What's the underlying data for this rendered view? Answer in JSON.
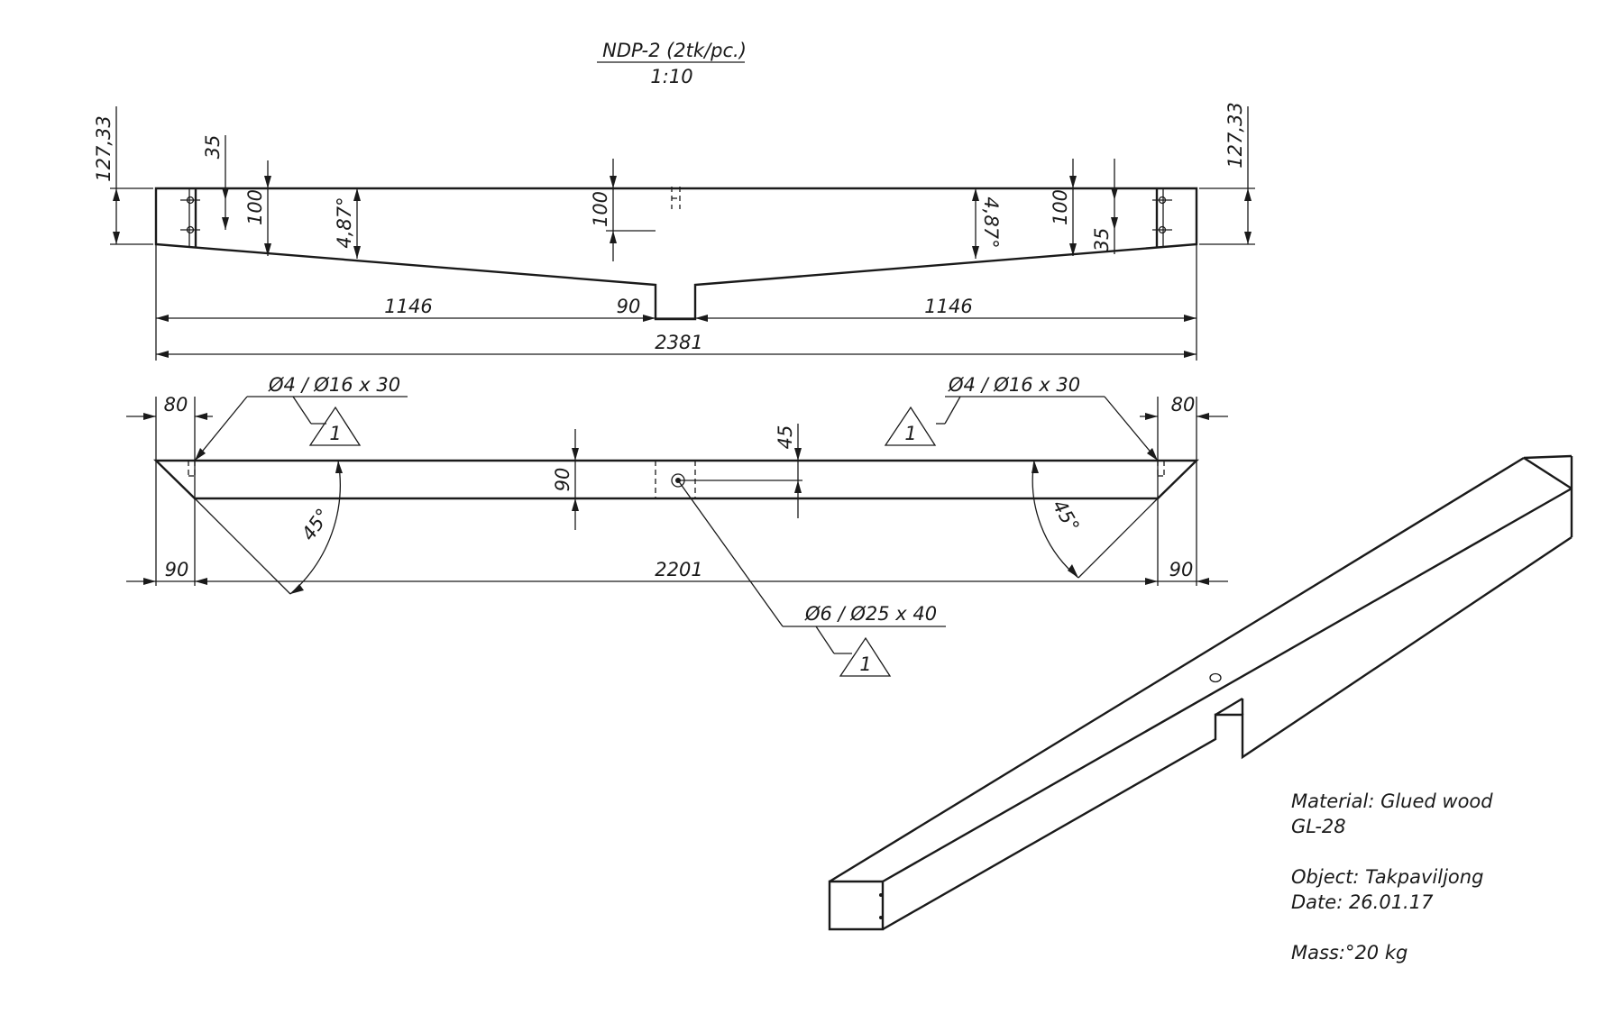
{
  "title": {
    "name": "NDP-2 (2tk/pc.)",
    "scale": "1:10"
  },
  "side_view": {
    "end_height_left": "127,33",
    "end_height_right": "127,33",
    "hole_offset_left": "35",
    "hole_offset_right": "35",
    "hole_spacing_left": "100",
    "hole_spacing_right": "100",
    "notch_depth": "100",
    "slope_left": "4,87°",
    "slope_right": "4,87°",
    "length_left": "1146",
    "notch_width": "90",
    "length_right": "1146",
    "total_length": "2381"
  },
  "top_view": {
    "hole_callout_left": "Ø4 / Ø16 x 30",
    "hole_callout_right": "Ø4 / Ø16 x 30",
    "center_hole_callout": "Ø6 / Ø25 x 40",
    "left_tag": "1",
    "right_tag": "1",
    "center_tag": "1",
    "end_offset_left": "80",
    "end_offset_right": "80",
    "half_width": "45",
    "width": "90",
    "angle_left": "45°",
    "angle_right": "45°",
    "bottom_left": "90",
    "bottom_mid": "2201",
    "bottom_right": "90"
  },
  "notes": {
    "material": "Material: Glued wood",
    "grade": "GL-28",
    "object": "Object: Takpaviljong",
    "date": "Date: 26.01.17",
    "mass": "Mass:°20 kg"
  }
}
